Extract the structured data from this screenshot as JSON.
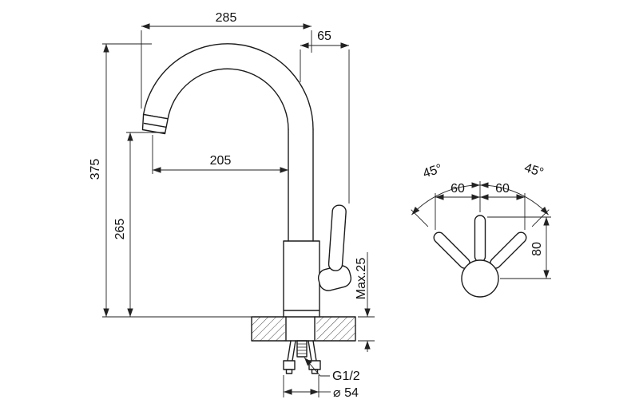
{
  "front_view": {
    "dim_total_reach": "285",
    "dim_handle_offset": "65",
    "dim_spout_reach": "205",
    "dim_total_height": "375",
    "dim_outlet_height": "265",
    "dim_deck_thickness": "Max.25",
    "thread_label": "G1/2",
    "dim_base_diameter": "⌀ 54"
  },
  "top_view": {
    "angle_left": "45°",
    "angle_right": "45°",
    "dim_offset_left": "60",
    "dim_offset_right": "60",
    "dim_handle_height": "80"
  }
}
